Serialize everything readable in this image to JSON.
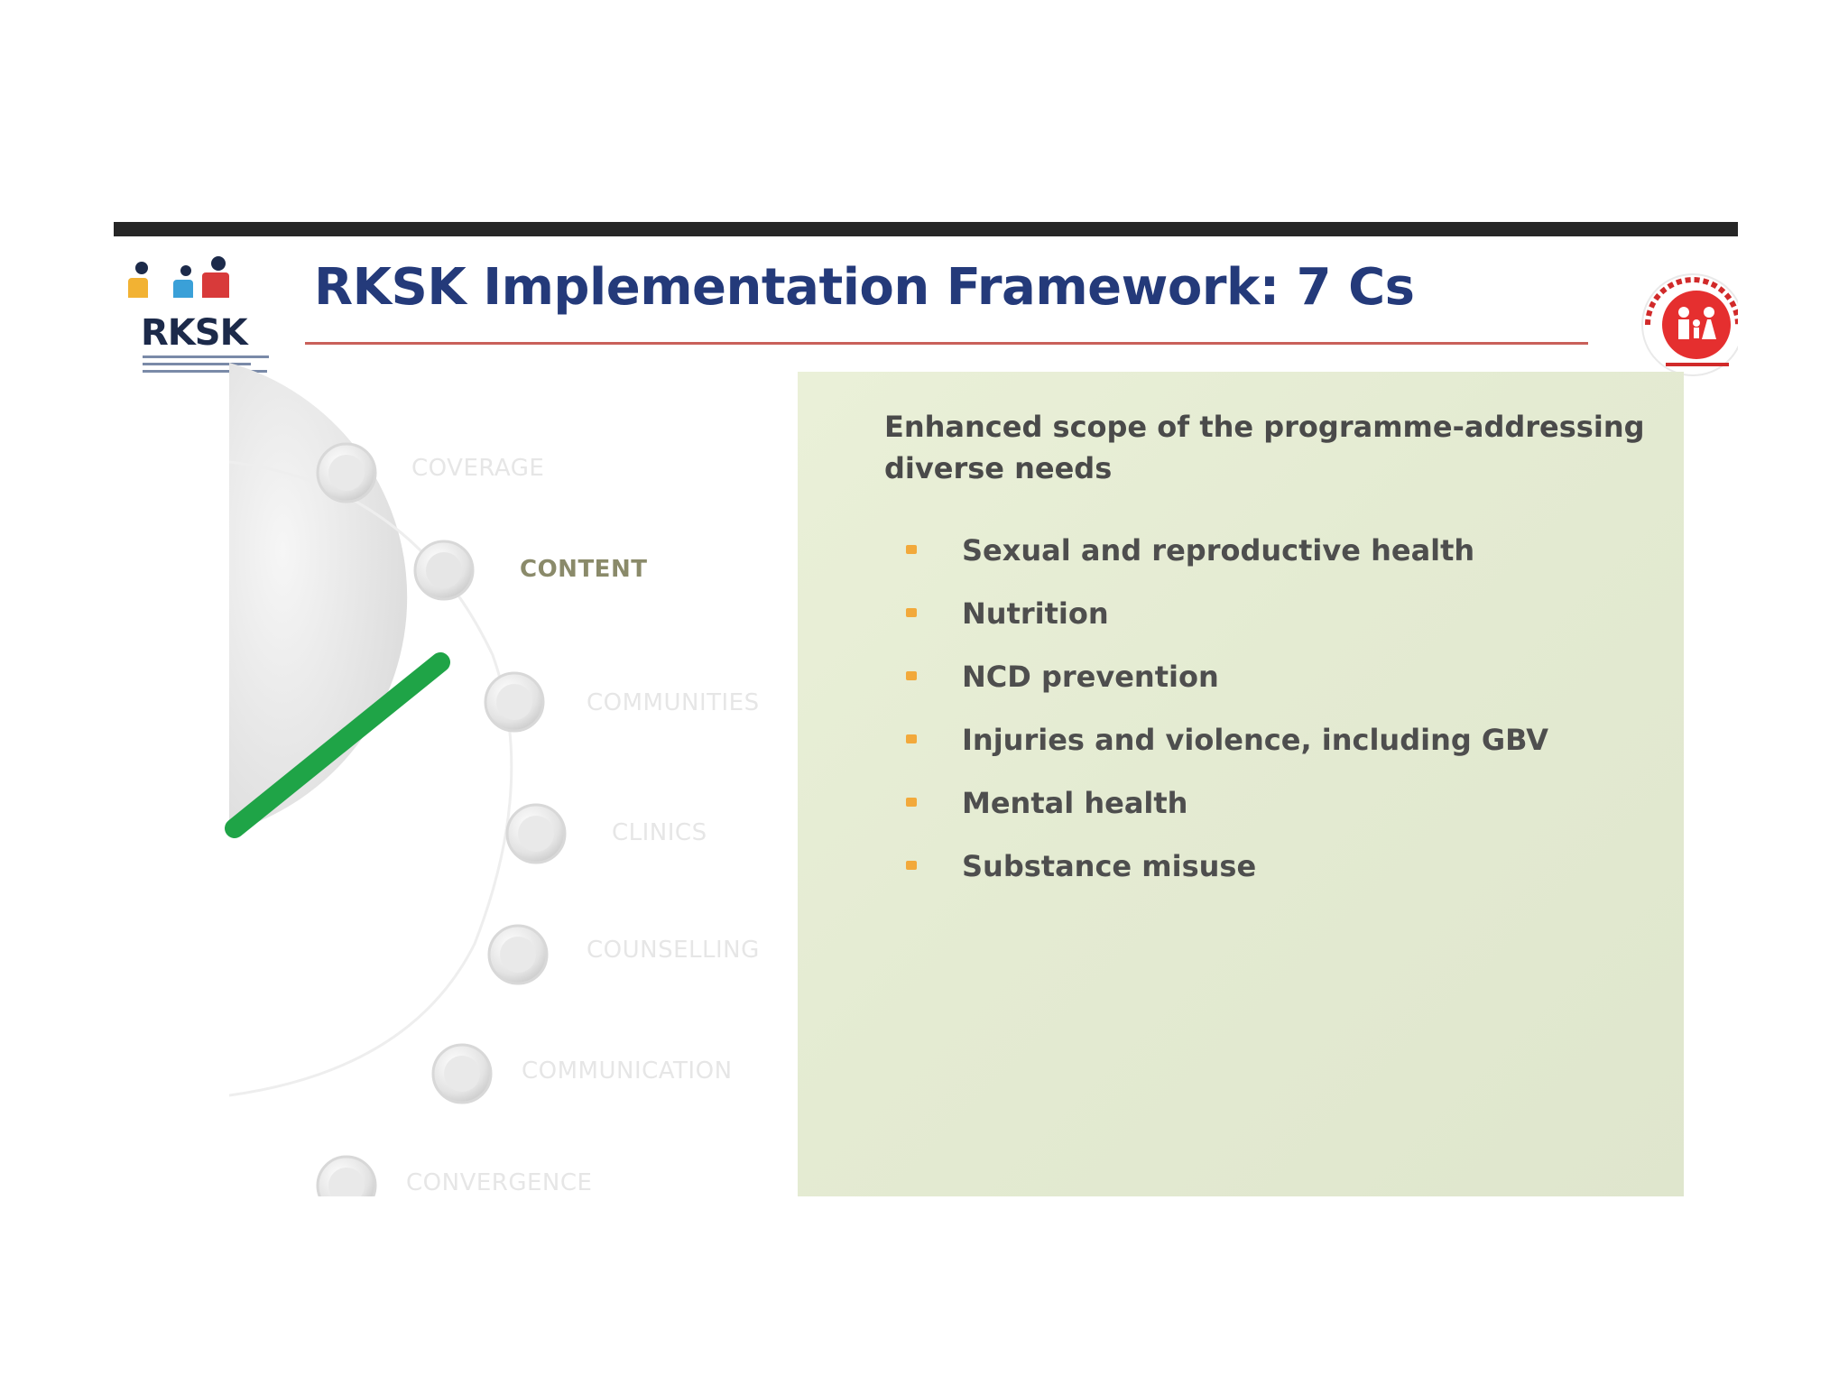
{
  "slide": {
    "title": "RKSK Implementation Framework: 7 Cs",
    "logo_left_text": "RKSK"
  },
  "framework": {
    "items": [
      {
        "label": "COVERAGE",
        "active": false
      },
      {
        "label": "CONTENT",
        "active": true
      },
      {
        "label": "COMMUNITIES",
        "active": false
      },
      {
        "label": "CLINICS",
        "active": false
      },
      {
        "label": "COUNSELLING",
        "active": false
      },
      {
        "label": "COMMUNICATION",
        "active": false
      },
      {
        "label": "CONVERGENCE",
        "active": false
      }
    ]
  },
  "panel": {
    "heading": "Enhanced scope of the programme-addressing diverse needs",
    "bullets": [
      "Sexual and reproductive health",
      "Nutrition",
      "NCD prevention",
      "Injuries and violence, including GBV",
      "Mental health",
      "Substance misuse"
    ]
  },
  "colors": {
    "title": "#243a7a",
    "rule": "#c9605a",
    "bullet": "#f2a93b",
    "pointer": "#1fa447",
    "panel": "#e6ecd4"
  }
}
